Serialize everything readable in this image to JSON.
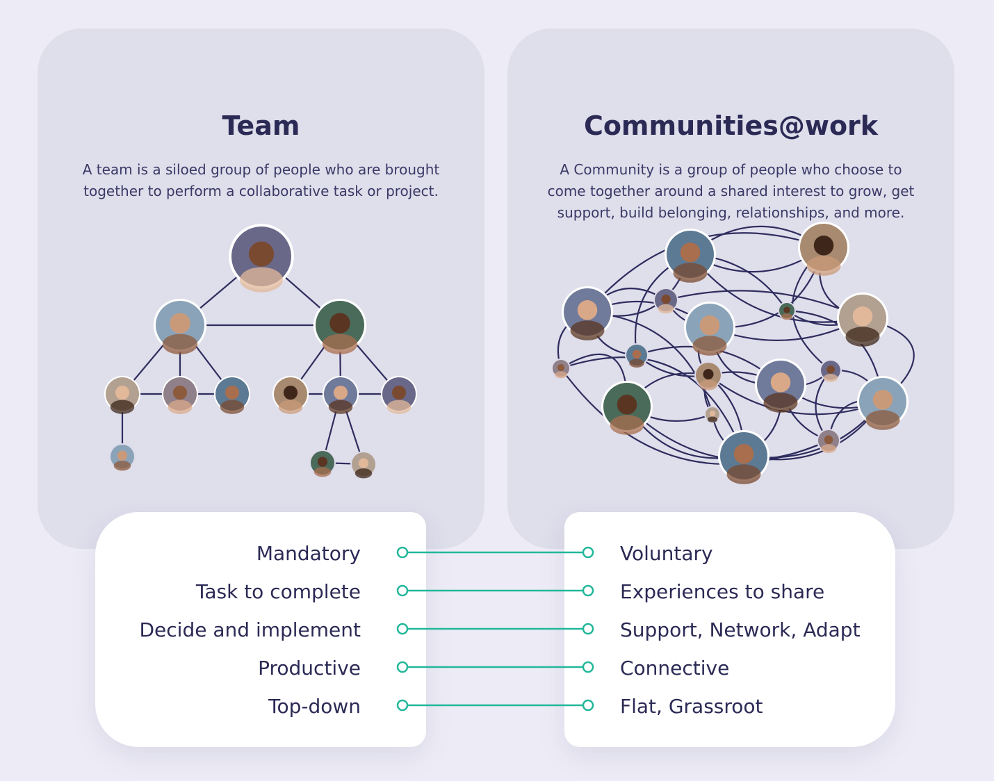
{
  "team": {
    "title": "Team",
    "description": "A team is a siloed group of people who are brought together to perform a collaborative task or project."
  },
  "community": {
    "title": "Communities@work",
    "description": "A Community is a group of people who choose to come together around a shared interest to grow, get support, build belonging, relationships, and more."
  },
  "comparison": [
    {
      "team": "Mandatory",
      "community": "Voluntary"
    },
    {
      "team": "Task to complete",
      "community": "Experiences to share"
    },
    {
      "team": "Decide and implement",
      "community": "Support, Network, Adapt"
    },
    {
      "team": "Productive",
      "community": "Connective"
    },
    {
      "team": "Top-down",
      "community": "Flat, Grassroot"
    }
  ],
  "colors": {
    "background": "#edecf6",
    "card": "#dfdeeb",
    "ink": "#2b2a55",
    "connector": "#22b79a"
  },
  "icons": {
    "avatar": "person-avatar-icon"
  }
}
